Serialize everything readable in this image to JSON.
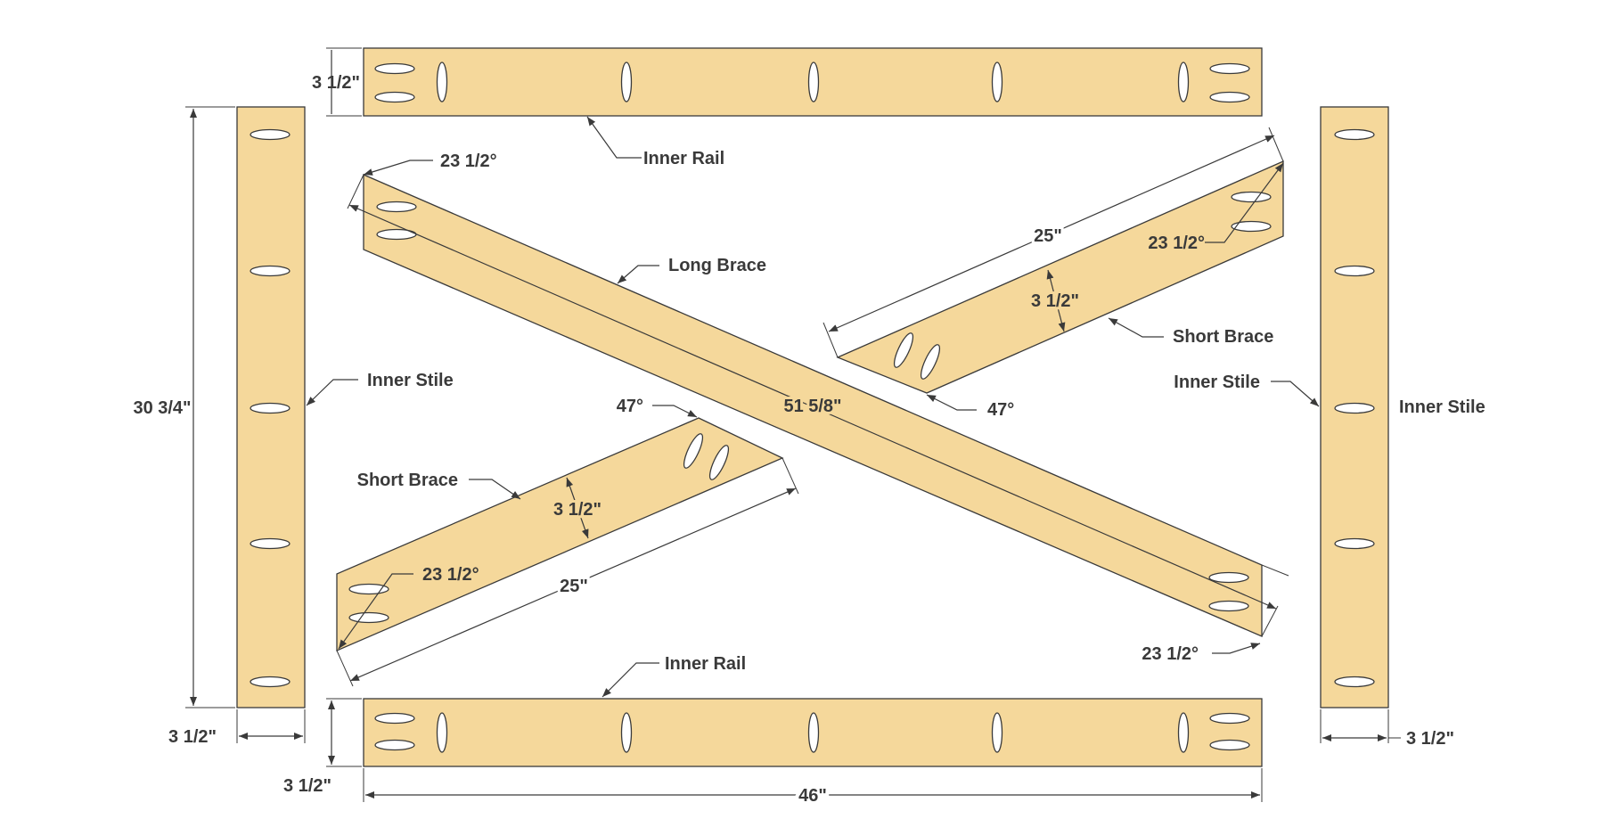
{
  "colors": {
    "wood": "#f5d89b",
    "line": "#3a3a3a",
    "background": "#ffffff"
  },
  "labels": {
    "inner_rail": "Inner Rail",
    "inner_stile": "Inner Stile",
    "long_brace": "Long Brace",
    "short_brace": "Short Brace"
  },
  "dimensions": {
    "rail_width": "3 1/2\"",
    "rail_length": "46\"",
    "stile_length": "30 3/4\"",
    "stile_width": "3 1/2\"",
    "long_brace_length": "51 5/8\"",
    "short_brace_length": "25\"",
    "brace_width": "3 1/2\"",
    "miter_angle": "23 1/2°",
    "notch_angle": "47°"
  }
}
